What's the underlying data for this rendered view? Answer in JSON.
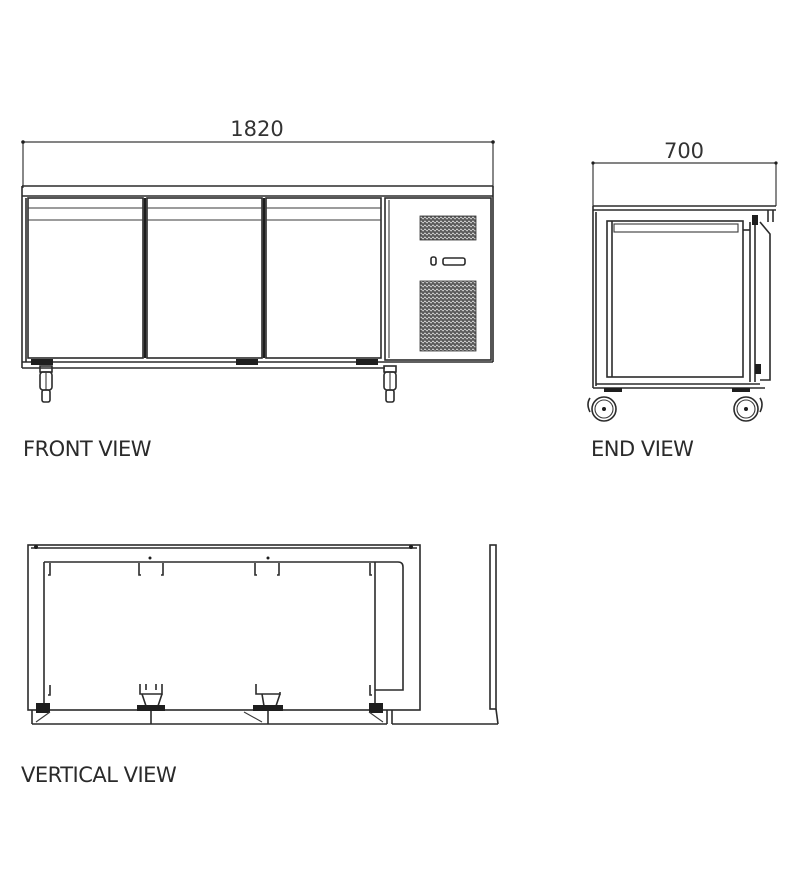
{
  "diagram": {
    "type": "technical-drawing",
    "subject": "3-door refrigerated counter",
    "colors": {
      "line": "#2b2b2b",
      "background": "#ffffff",
      "text": "#2a2a2a"
    }
  },
  "front_view": {
    "label": "FRONT VIEW",
    "width_dimension": "1820",
    "doors": 3,
    "compressor_panel": {
      "vents": 2,
      "controls": [
        "power-switch",
        "display"
      ]
    },
    "castors": 2
  },
  "end_view": {
    "label": "END VIEW",
    "depth_dimension": "700",
    "castors": 2
  },
  "vertical_view": {
    "label": "VERTICAL VIEW"
  }
}
